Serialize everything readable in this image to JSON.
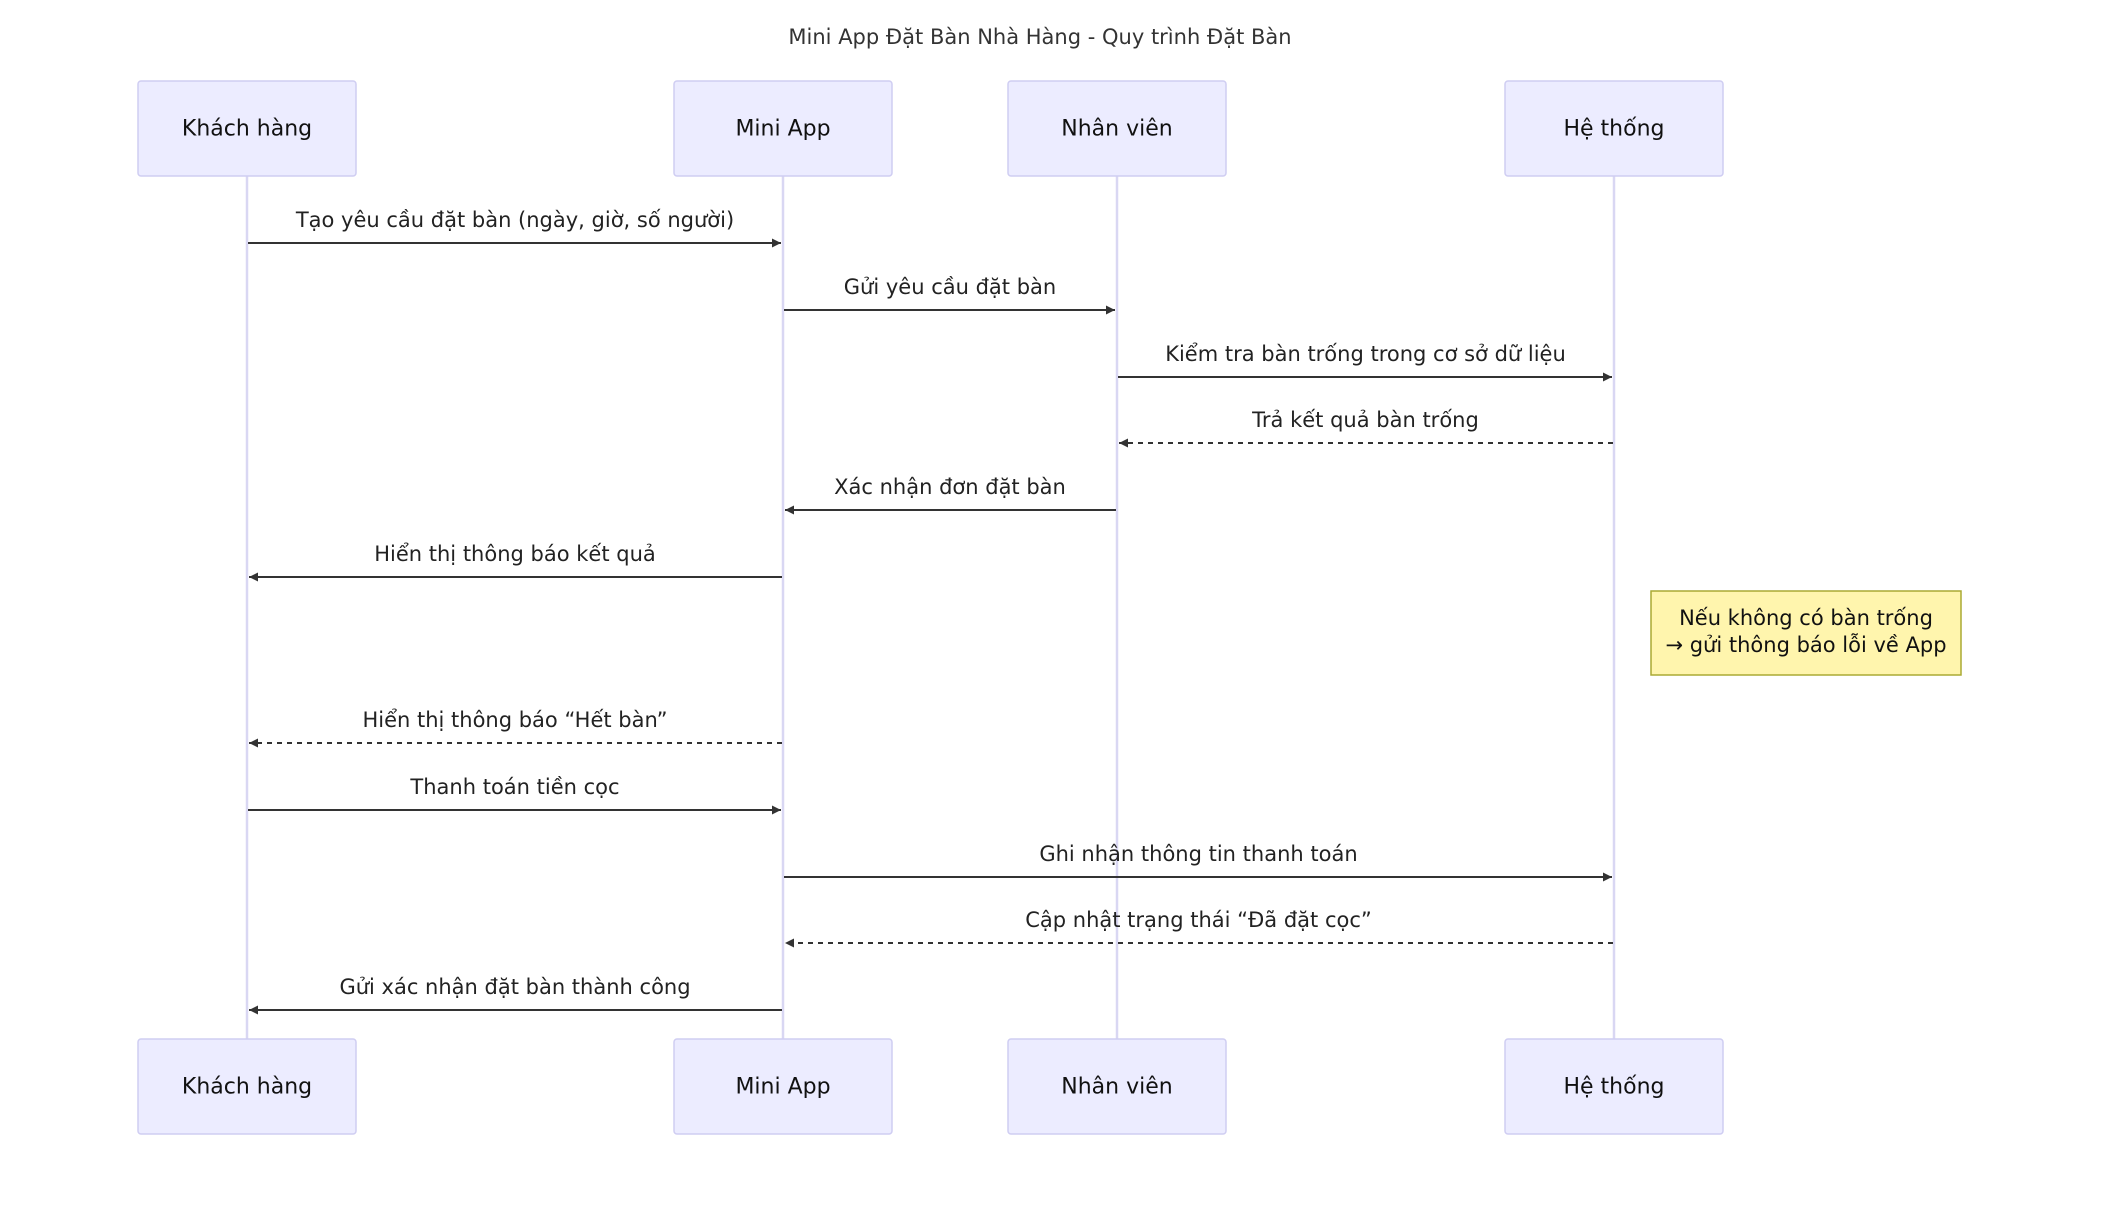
{
  "title": "Mini App Đặt Bàn Nhà Hàng - Quy trình Đặt Bàn",
  "participants": [
    {
      "id": "kh",
      "label": "Khách hàng"
    },
    {
      "id": "app",
      "label": "Mini App"
    },
    {
      "id": "nv",
      "label": "Nhân viên"
    },
    {
      "id": "ht",
      "label": "Hệ thống"
    }
  ],
  "messages": [
    {
      "from": "kh",
      "to": "app",
      "text": "Tạo yêu cầu đặt bàn (ngày, giờ, số người)",
      "style": "solid"
    },
    {
      "from": "app",
      "to": "nv",
      "text": "Gửi yêu cầu đặt bàn",
      "style": "solid"
    },
    {
      "from": "nv",
      "to": "ht",
      "text": "Kiểm tra bàn trống trong cơ sở dữ liệu",
      "style": "solid"
    },
    {
      "from": "ht",
      "to": "nv",
      "text": "Trả kết quả bàn trống",
      "style": "dashed"
    },
    {
      "from": "nv",
      "to": "app",
      "text": "Xác nhận đơn đặt bàn",
      "style": "solid"
    },
    {
      "from": "app",
      "to": "kh",
      "text": "Hiển thị thông báo kết quả",
      "style": "solid"
    },
    {
      "note": true,
      "over": "ht",
      "lines": [
        "Nếu không có bàn trống",
        "→ gửi thông báo lỗi về App"
      ]
    },
    {
      "from": "app",
      "to": "kh",
      "text": "Hiển thị thông báo “Hết bàn”",
      "style": "dashed"
    },
    {
      "from": "kh",
      "to": "app",
      "text": "Thanh toán tiền cọc",
      "style": "solid"
    },
    {
      "from": "app",
      "to": "ht",
      "text": "Ghi nhận thông tin thanh toán",
      "style": "solid"
    },
    {
      "from": "ht",
      "to": "app",
      "text": "Cập nhật trạng thái “Đã đặt cọc”",
      "style": "dashed"
    },
    {
      "from": "app",
      "to": "kh",
      "text": "Gửi xác nhận đặt bàn thành công",
      "style": "solid"
    }
  ]
}
